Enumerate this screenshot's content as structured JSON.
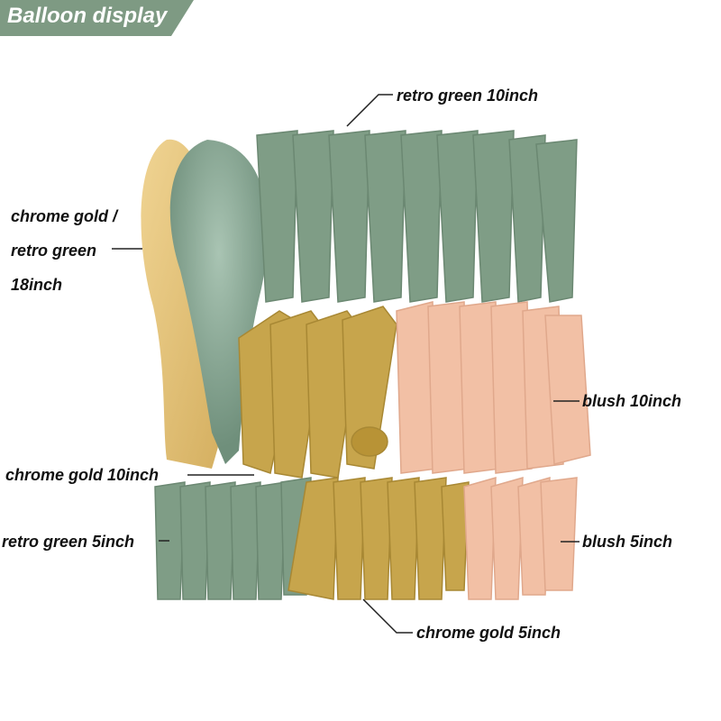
{
  "banner": {
    "title": "Balloon display",
    "color": "#7e9a83"
  },
  "labels": {
    "retro_green_10": "retro green 10inch",
    "chrome_gold_retro_green_18": [
      "chrome gold /",
      "retro green",
      "18inch"
    ],
    "blush_10": "blush 10inch",
    "chrome_gold_10": "chrome gold 10inch",
    "retro_green_5": "retro green 5inch",
    "blush_5": "blush 5inch",
    "chrome_gold_5": "chrome gold 5inch"
  },
  "colors": {
    "retro_green": "#7f9d86",
    "chrome_gold": "#c7a54c",
    "blush": "#f2c0a5",
    "gold_18": "#e3c27a"
  }
}
